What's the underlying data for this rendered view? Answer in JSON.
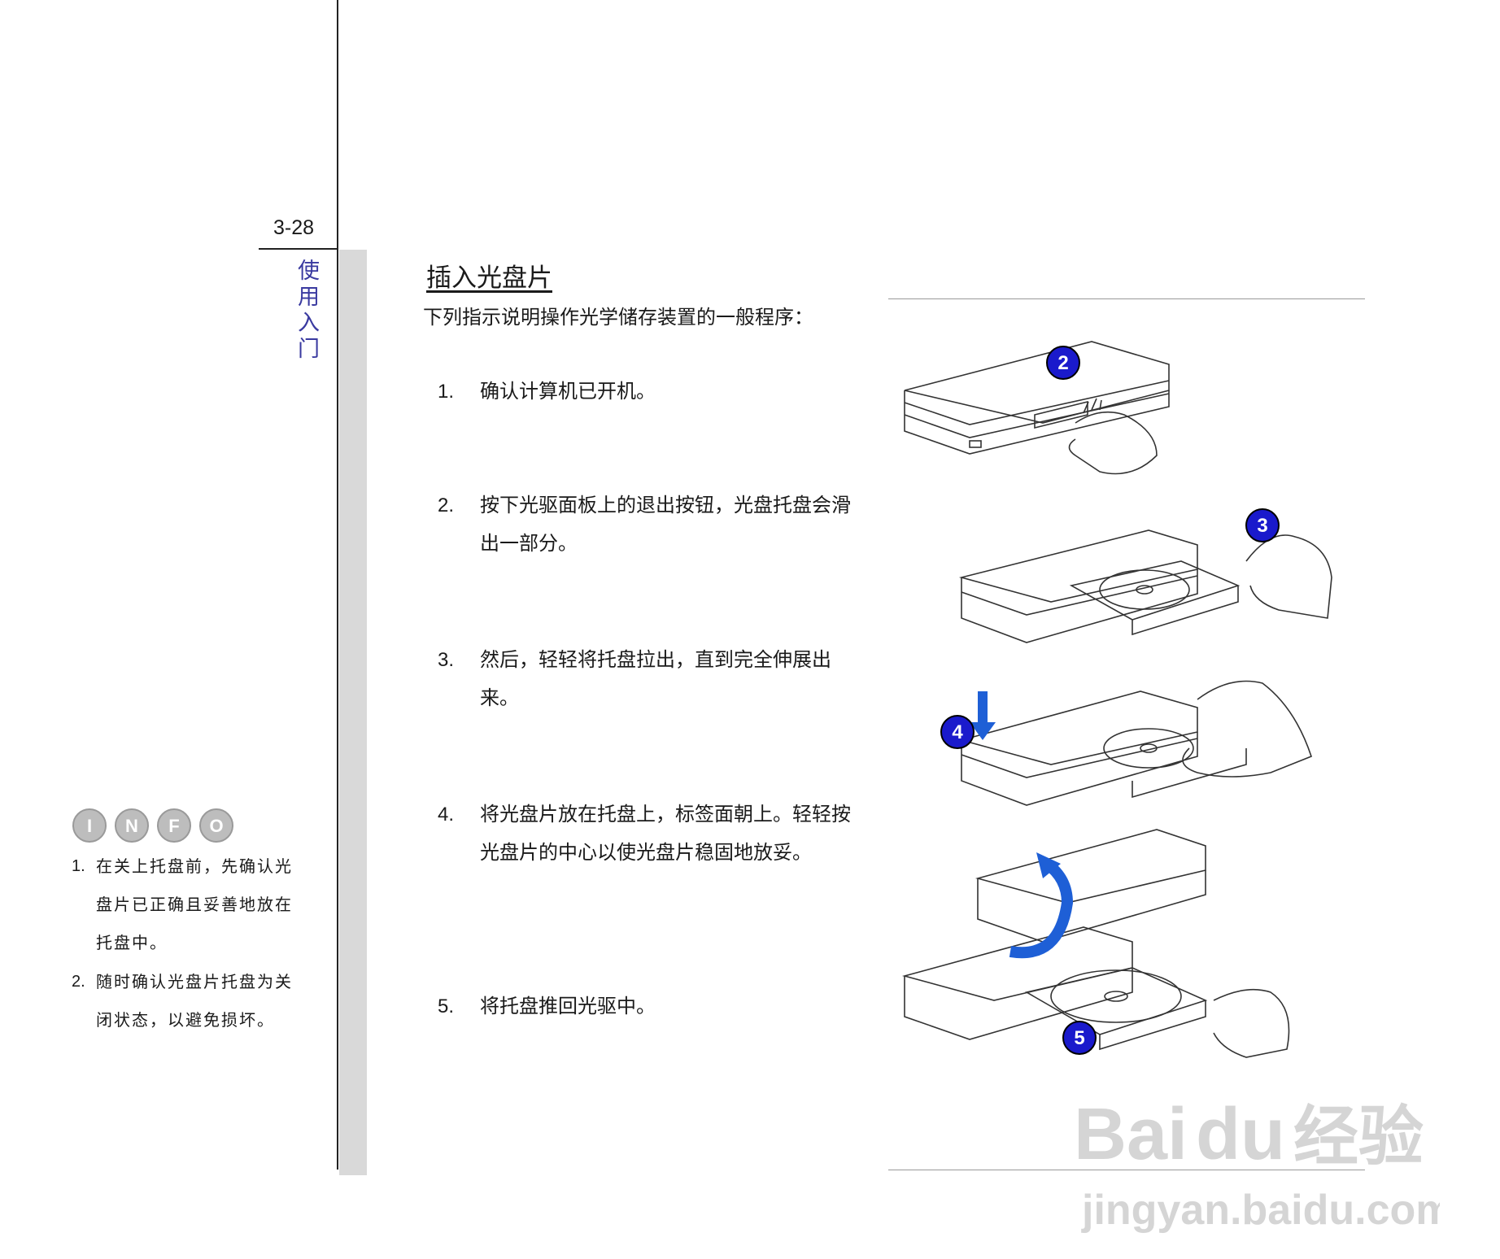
{
  "page": {
    "number": "3-28",
    "chapter": "使用入门"
  },
  "section": {
    "title": "插入光盘片",
    "intro": "下列指示说明操作光学储存装置的一般程序："
  },
  "steps": [
    {
      "num": "1.",
      "text": "确认计算机已开机。"
    },
    {
      "num": "2.",
      "text": "按下光驱面板上的退出按钮，光盘托盘会滑出一部分。"
    },
    {
      "num": "3.",
      "text": "然后，轻轻将托盘拉出，直到完全伸展出来。"
    },
    {
      "num": "4.",
      "text": "将光盘片放在托盘上，标签面朝上。轻轻按光盘片的中心以使光盘片稳固地放妥。"
    },
    {
      "num": "5.",
      "text": "将托盘推回光驱中。"
    }
  ],
  "info": {
    "logo_letters": [
      "I",
      "N",
      "F",
      "O"
    ],
    "notes": [
      {
        "num": "1.",
        "text": "在关上托盘前，先确认光盘片已正确且妥善地放在托盘中。"
      },
      {
        "num": "2.",
        "text": "随时确认光盘片托盘为关闭状态，以避免损坏。"
      }
    ]
  },
  "figures": {
    "badges": [
      "2",
      "3",
      "4",
      "5"
    ],
    "badge_color": "#1a1acc",
    "arrow_color": "#1e5fd6"
  },
  "watermark": {
    "brand_latin": "Bai",
    "brand_latin_2": "du",
    "brand_cn": "经验",
    "url": "jingyan.baidu.com"
  }
}
